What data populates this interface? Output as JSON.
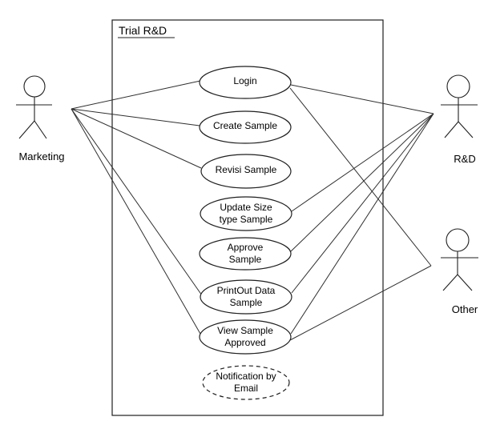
{
  "diagram": {
    "title": "Trial R&D",
    "type": "use-case-diagram"
  },
  "actors": [
    {
      "name": "Marketing"
    },
    {
      "name": "R&D"
    },
    {
      "name": "Other"
    }
  ],
  "use_cases": [
    {
      "name": "Login",
      "lines": [
        "Login"
      ],
      "border": "solid"
    },
    {
      "name": "Create Sample",
      "lines": [
        "Create Sample"
      ],
      "border": "solid"
    },
    {
      "name": "Revisi Sample",
      "lines": [
        "Revisi Sample"
      ],
      "border": "solid"
    },
    {
      "name": "Update Size type Sample",
      "lines": [
        "Update Size",
        "type Sample"
      ],
      "border": "solid"
    },
    {
      "name": "Approve Sample",
      "lines": [
        "Approve",
        "Sample"
      ],
      "border": "solid"
    },
    {
      "name": "PrintOut Data Sample",
      "lines": [
        "PrintOut Data",
        "Sample"
      ],
      "border": "solid"
    },
    {
      "name": "View Sample Approved",
      "lines": [
        "View Sample",
        "Approved"
      ],
      "border": "solid"
    },
    {
      "name": "Notification by Email",
      "lines": [
        "Notification by",
        "Email"
      ],
      "border": "dashed"
    }
  ],
  "associations": [
    {
      "from": "Marketing",
      "to": "Login"
    },
    {
      "from": "Marketing",
      "to": "Create Sample"
    },
    {
      "from": "Marketing",
      "to": "Revisi Sample"
    },
    {
      "from": "Marketing",
      "to": "PrintOut Data Sample"
    },
    {
      "from": "Marketing",
      "to": "View Sample Approved"
    },
    {
      "from": "R&D",
      "to": "Login"
    },
    {
      "from": "R&D",
      "to": "Update Size type Sample"
    },
    {
      "from": "R&D",
      "to": "Approve Sample"
    },
    {
      "from": "R&D",
      "to": "PrintOut Data Sample"
    },
    {
      "from": "R&D",
      "to": "View Sample Approved"
    },
    {
      "from": "Other",
      "to": "Login"
    },
    {
      "from": "Other",
      "to": "View Sample Approved"
    }
  ],
  "colors": {
    "stroke": "#1f1f1f",
    "connector": "#2f2f2f",
    "shape_fill": "#ffffff",
    "background": "#ffffff",
    "text": "#000000"
  }
}
